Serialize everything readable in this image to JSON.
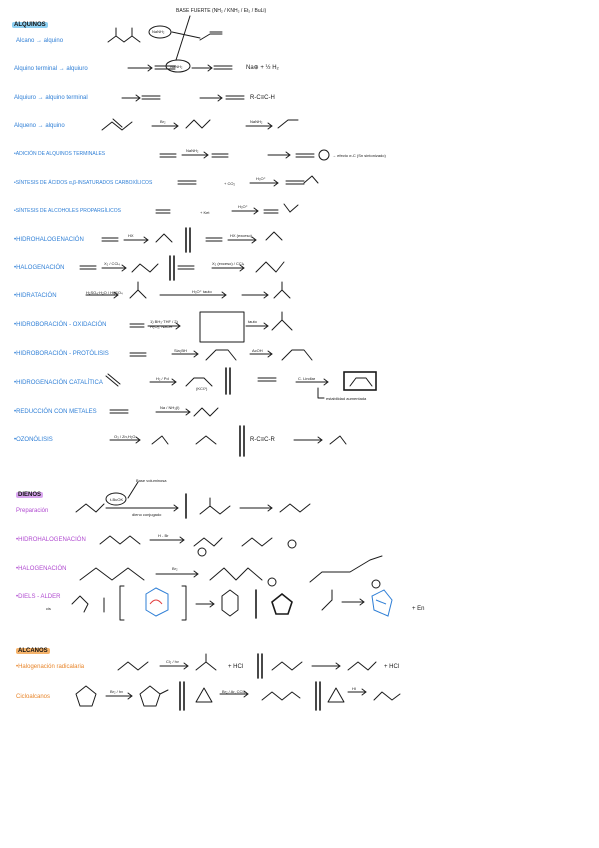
{
  "header_note": "BASE FUERTE (NH₂ / KNH₂ / Et₂ / BuLi)",
  "alquinos": {
    "title": "ALQUINOS",
    "rows": [
      {
        "label": "Alcano → alquino",
        "reagent": "NaNH₂",
        "extra": ""
      },
      {
        "label": "Alquino terminal → alquiuro",
        "reagent": "NaNH₂",
        "extra": "Na⊕ + ½ H₂"
      },
      {
        "label": "Alquiuro → alquino terminal",
        "reagent": "",
        "extra": "R-C≡C-H"
      },
      {
        "label": "Alqueno → alquino",
        "reagent": "Br₂",
        "extra": "NaNH₂"
      },
      {
        "label": "•ADICIÓN DE ALQUINOS TERMINALES",
        "reagent": "NaNH₂",
        "extra": "→ efecto σ-C (Sn sintonizado)"
      },
      {
        "label": "•SÍNTESIS DE ÁCIDOS α,β-INSATURADOS CARBOXÍLICOS",
        "reagent": "H₃O⁺",
        "extra": "+ CO₂"
      },
      {
        "label": "•SÍNTESIS DE ALCOHOLES PROPARGÍLICOS",
        "reagent": "H₃O⁺",
        "extra": "+ Ket"
      },
      {
        "label": "•HIDROHALOGENACIÓN",
        "reagent": "HX",
        "extra": "HX (exceso)"
      },
      {
        "label": "•HALOGENACIÓN",
        "reagent": "X₂ / CCl₄",
        "extra": "X₂ (exceso) / CCl₄"
      },
      {
        "label": "•HIDRATACIÓN",
        "reagent": "H₂SO₄·H₂O / HgSO₄",
        "extra": "H₃O⁺   tauto"
      },
      {
        "label": "•HIDROBORACIÓN - OXIDACIÓN",
        "reagent": "1) BH₃·THF / 2) H₂O₂, NaOH",
        "extra": "tauto"
      },
      {
        "label": "•HIDROBORACIÓN - PROTÓLISIS",
        "reagent": "Sia₂BH",
        "extra": "AcOH"
      },
      {
        "label": "•HIDROGENACIÓN CATALÍTICA",
        "reagent": "H₂ / Pd",
        "extra": "C. Lindlar"
      },
      {
        "label": "•REDUCCIÓN CON METALES",
        "reagent": "Na / NH₃(l)",
        "extra": ""
      },
      {
        "label": "•OZONÓLISIS",
        "reagent": "O₃ / Zn,H₂O",
        "extra": "R-C≡C-R"
      }
    ],
    "note_lindlar": "estabilidad aumentada",
    "note_kckl": "(KCl?)"
  },
  "dienos": {
    "title": "DIENOS",
    "rows": [
      {
        "label": "Preparación",
        "reagent": "t-BuOK",
        "extra": "Base voluminosa"
      },
      {
        "label": "•HIDROHALOGENACIÓN",
        "reagent": "H - Br",
        "extra": ""
      },
      {
        "label": "•HALOGENACIÓN",
        "reagent": "Br₂",
        "extra": ""
      },
      {
        "label": "•DIELS - ALDER",
        "reagent": "",
        "extra": "+ En"
      }
    ],
    "dieno_note": "dieno conjugado",
    "cis_label": "cis"
  },
  "alcanos": {
    "title": "ALCANOS",
    "rows": [
      {
        "label": "•Halogenación radicalaria",
        "reagent": "Cl₂ / hν",
        "extra": "+ HCl"
      },
      {
        "label": "Cicloalcanos",
        "reagent": "Br₂ / hν",
        "extra": "Br₂ / Ar, CCl₄"
      }
    ],
    "hcl2": "+ HCl",
    "hi": "HI"
  }
}
